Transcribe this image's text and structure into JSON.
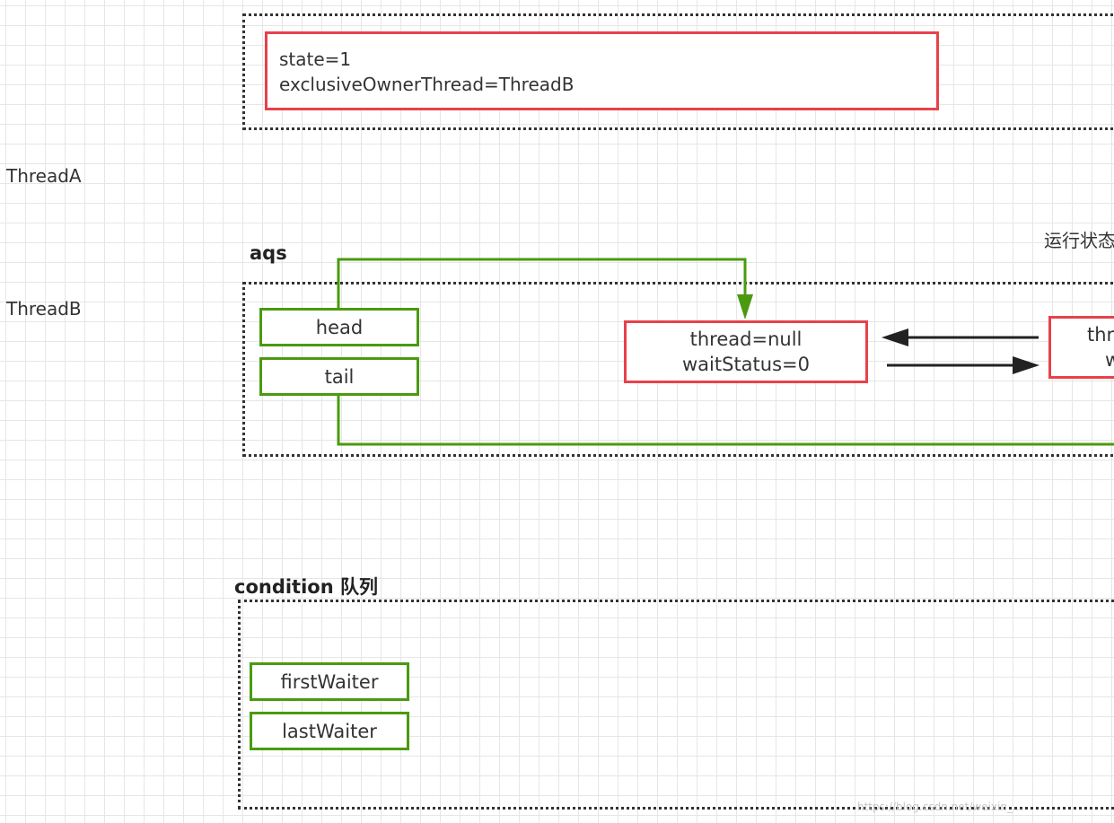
{
  "sync_state": {
    "state_line": "state=1",
    "owner_line": "exclusiveOwnerThread=ThreadB"
  },
  "threads": {
    "thread_a": "ThreadA",
    "thread_b": "ThreadB"
  },
  "running_state_label": "运行状态",
  "aqs": {
    "title": "aqs",
    "head_label": "head",
    "tail_label": "tail",
    "node": {
      "thread_line": "thread=null",
      "wait_line": "waitStatus=0"
    },
    "node2": {
      "thread_line": "thre",
      "wait_line": "w"
    }
  },
  "condition": {
    "title": "condition 队列",
    "first_waiter": "firstWaiter",
    "last_waiter": "lastWaiter"
  },
  "colors": {
    "red_border": "#e8414a",
    "green_border": "#4a9a10",
    "dotted_border": "#333333",
    "grid": "#e6e6e6"
  },
  "watermark": "https://blog.csdn.net/weixin_..."
}
